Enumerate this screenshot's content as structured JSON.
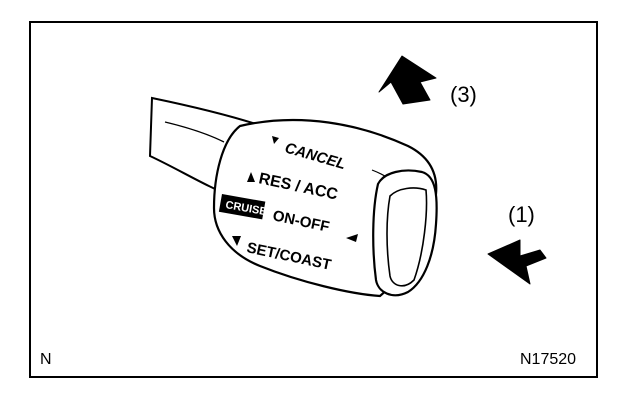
{
  "figure": {
    "callouts": {
      "push_direction": "(1)",
      "pull_direction": "(3)"
    },
    "corner_left": "N",
    "figure_id": "N17520"
  },
  "switch_lever": {
    "cancel": "CANCEL",
    "res_acc": "RES / ACC",
    "cruise_badge": "CRUISE",
    "on_off": "ON-OFF",
    "set_coast": "SET/COAST"
  },
  "colors": {
    "ink": "#000000",
    "paper": "#ffffff"
  }
}
